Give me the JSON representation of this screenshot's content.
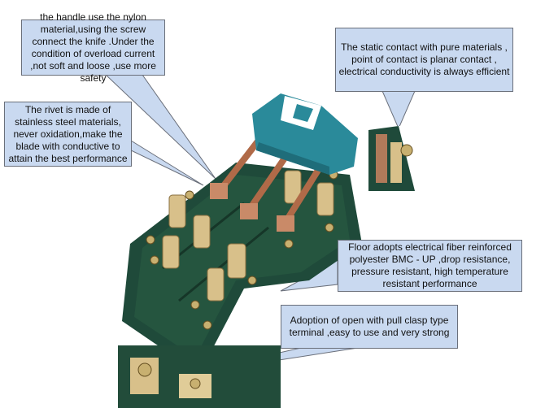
{
  "callouts": {
    "handle": "the handle use the nylon material,using the screw connect the knife .Under the condition of overload current ,not soft and loose ,use more safety",
    "rivet": "The rivet is made of stainless steel materials, never oxidation,make the blade with conductive to attain the best performance",
    "static_contact": "The static contact with pure materials , point of contact is planar contact , electrical conductivity is always efficient",
    "floor": "Floor adopts electrical fiber reinforced polyester BMC - UP ,drop resistance, pressure resistant, high temperature resistant performance",
    "terminal": "Adoption of open with pull clasp type terminal ,easy to use and very strong"
  },
  "colors": {
    "callout_fill": "#c9d9f0",
    "base_green": "#1f4a3a",
    "handle_blue": "#2a8a9a",
    "copper": "#c07a5a",
    "brass": "#d8c08a"
  }
}
